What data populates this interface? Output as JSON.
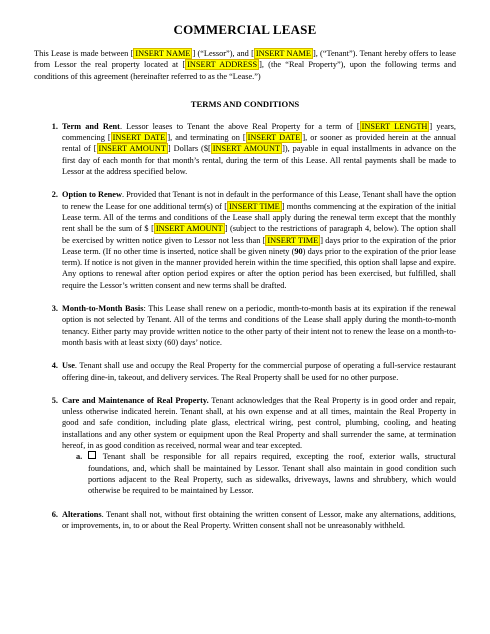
{
  "title": "COMMERCIAL LEASE",
  "intro": {
    "p1": "This Lease is made between [",
    "name1": "INSERT NAME",
    "p2": "] (“Lessor”), and [",
    "name2": "INSERT NAME",
    "p3": "], (“Tenant”). Tenant hereby offers to lease from Lessor the real property located at [",
    "address": "INSERT ADDRESS",
    "p4": "], (the “Real Property”), upon the following terms and conditions of this agreement (hereinafter referred to as the “Lease.”)"
  },
  "section_title": "TERMS AND CONDITIONS",
  "items": {
    "i1": {
      "num": "1.",
      "lead": "Term and Rent",
      "t1": ". Lessor leases to Tenant the above Real Property for a term of [",
      "h1": "INSERT LENGTH",
      "t2": "] years, commencing [",
      "h2": "INSERT DATE",
      "t3": "], and terminating on [",
      "h3": "INSERT DATE",
      "t4": "], or sooner as provided herein at the annual rental of [",
      "h4": "INSERT AMOUNT",
      "t5": "] Dollars ($[",
      "h5": "INSERT AMOUNT",
      "t6": "]), payable in equal installments in advance on the first day of each month for that month’s rental, during the term of this Lease. All rental payments shall be made to Lessor at the address specified below."
    },
    "i2": {
      "num": "2.",
      "lead": "Option to Renew",
      "t1": ". Provided that Tenant is not in default in the performance of this Lease, Tenant shall have the option to renew the Lease for one additional term(s) of [",
      "h1": "INSERT TIME",
      "t2": "] months commencing at the expiration of the initial Lease term. All of the terms and conditions of the Lease shall apply during the renewal term except that the monthly rent shall be the sum of $ [",
      "h2": "INSERT AMOUNT",
      "t3": "] (subject to the restrictions of paragraph 4, below). The option shall be exercised by written notice given to Lessor not less than [",
      "h3": "INSERT TIME",
      "t4": "] days prior to the expiration of the prior Lease term. (If no other time is inserted, notice shall be given ninety (",
      "b1": "90",
      "t5": ") days prior to the expiration of the prior lease term). If notice is not given in the manner provided herein within the time specified, this option shall lapse and expire. Any options to renewal after option period expires or after the option period has been exercised, but fulfilled, shall require the Lessor’s written consent and new terms shall be drafted."
    },
    "i3": {
      "num": "3.",
      "lead": "Month-to-Month Basis",
      "t1": ": This Lease shall renew on a periodic, month-to-month basis at its expiration if the renewal option is not selected by Tenant. All of the terms and conditions of the Lease shall apply during the month-to-month tenancy. Either party may provide written notice to the other party of their intent not to renew the lease on a month-to-month basis with at least sixty (60) days’ notice."
    },
    "i4": {
      "num": "4.",
      "lead": "Use",
      "t1": ". Tenant shall use and occupy the Real Property for the commercial purpose of operating a full-service restaurant offering dine-in, takeout, and delivery services. The Real Property shall be used for no other purpose."
    },
    "i5": {
      "num": "5.",
      "lead": "Care and Maintenance of Real Property.",
      "t1": " Tenant acknowledges that the Real Property is in good order and repair, unless otherwise indicated herein. Tenant shall, at his own expense and at all times, maintain the Real Property in good and safe condition, including plate glass, electrical wiring, pest control, plumbing, cooling, and heating installations and any other system or equipment upon the Real Property and shall surrender the same, at termination hereof, in as good condition as received, normal wear and tear excepted.",
      "sub_label": "a.",
      "sub_text": "Tenant shall be responsible for all repairs required, excepting the roof, exterior walls, structural foundations, and, which shall be maintained by Lessor. Tenant shall also maintain in good condition such portions adjacent to the Real Property, such as sidewalks, driveways, lawns and shrubbery, which would otherwise be required to be maintained by Lessor."
    },
    "i6": {
      "num": "6.",
      "lead": "Alterations",
      "t1": ". Tenant shall not, without first obtaining the written consent of Lessor, make any alternations, additions, or improvements, in, to or about the Real Property. Written consent shall not be unreasonably withheld."
    }
  }
}
